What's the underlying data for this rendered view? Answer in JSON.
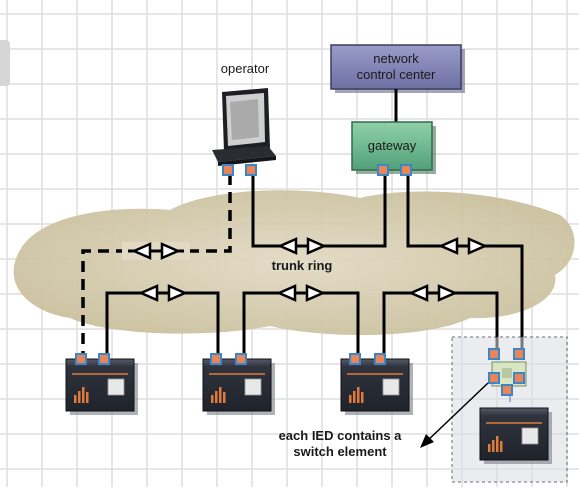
{
  "labels": {
    "operator": "operator",
    "ncc_line1": "network",
    "ncc_line2": "control center",
    "gateway": "gateway",
    "trunk_ring": "trunk ring",
    "note_line1": "each IED contains a",
    "note_line2": "switch element"
  },
  "colors": {
    "background_grid": "#e6e6e6",
    "cloud": "#d9d0b5",
    "ncc_box": "#7d7fb0",
    "gateway_box": "#62ae87",
    "port": "#e8865a",
    "port_border": "#3a86c8",
    "ied_body": "#2b2f38",
    "ied_accent": "#e07a3a",
    "link": "#000000"
  },
  "icons": [
    "operator-workstation-icon",
    "ied-device-icon",
    "switch-element-icon",
    "bidirectional-arrow-icon"
  ]
}
